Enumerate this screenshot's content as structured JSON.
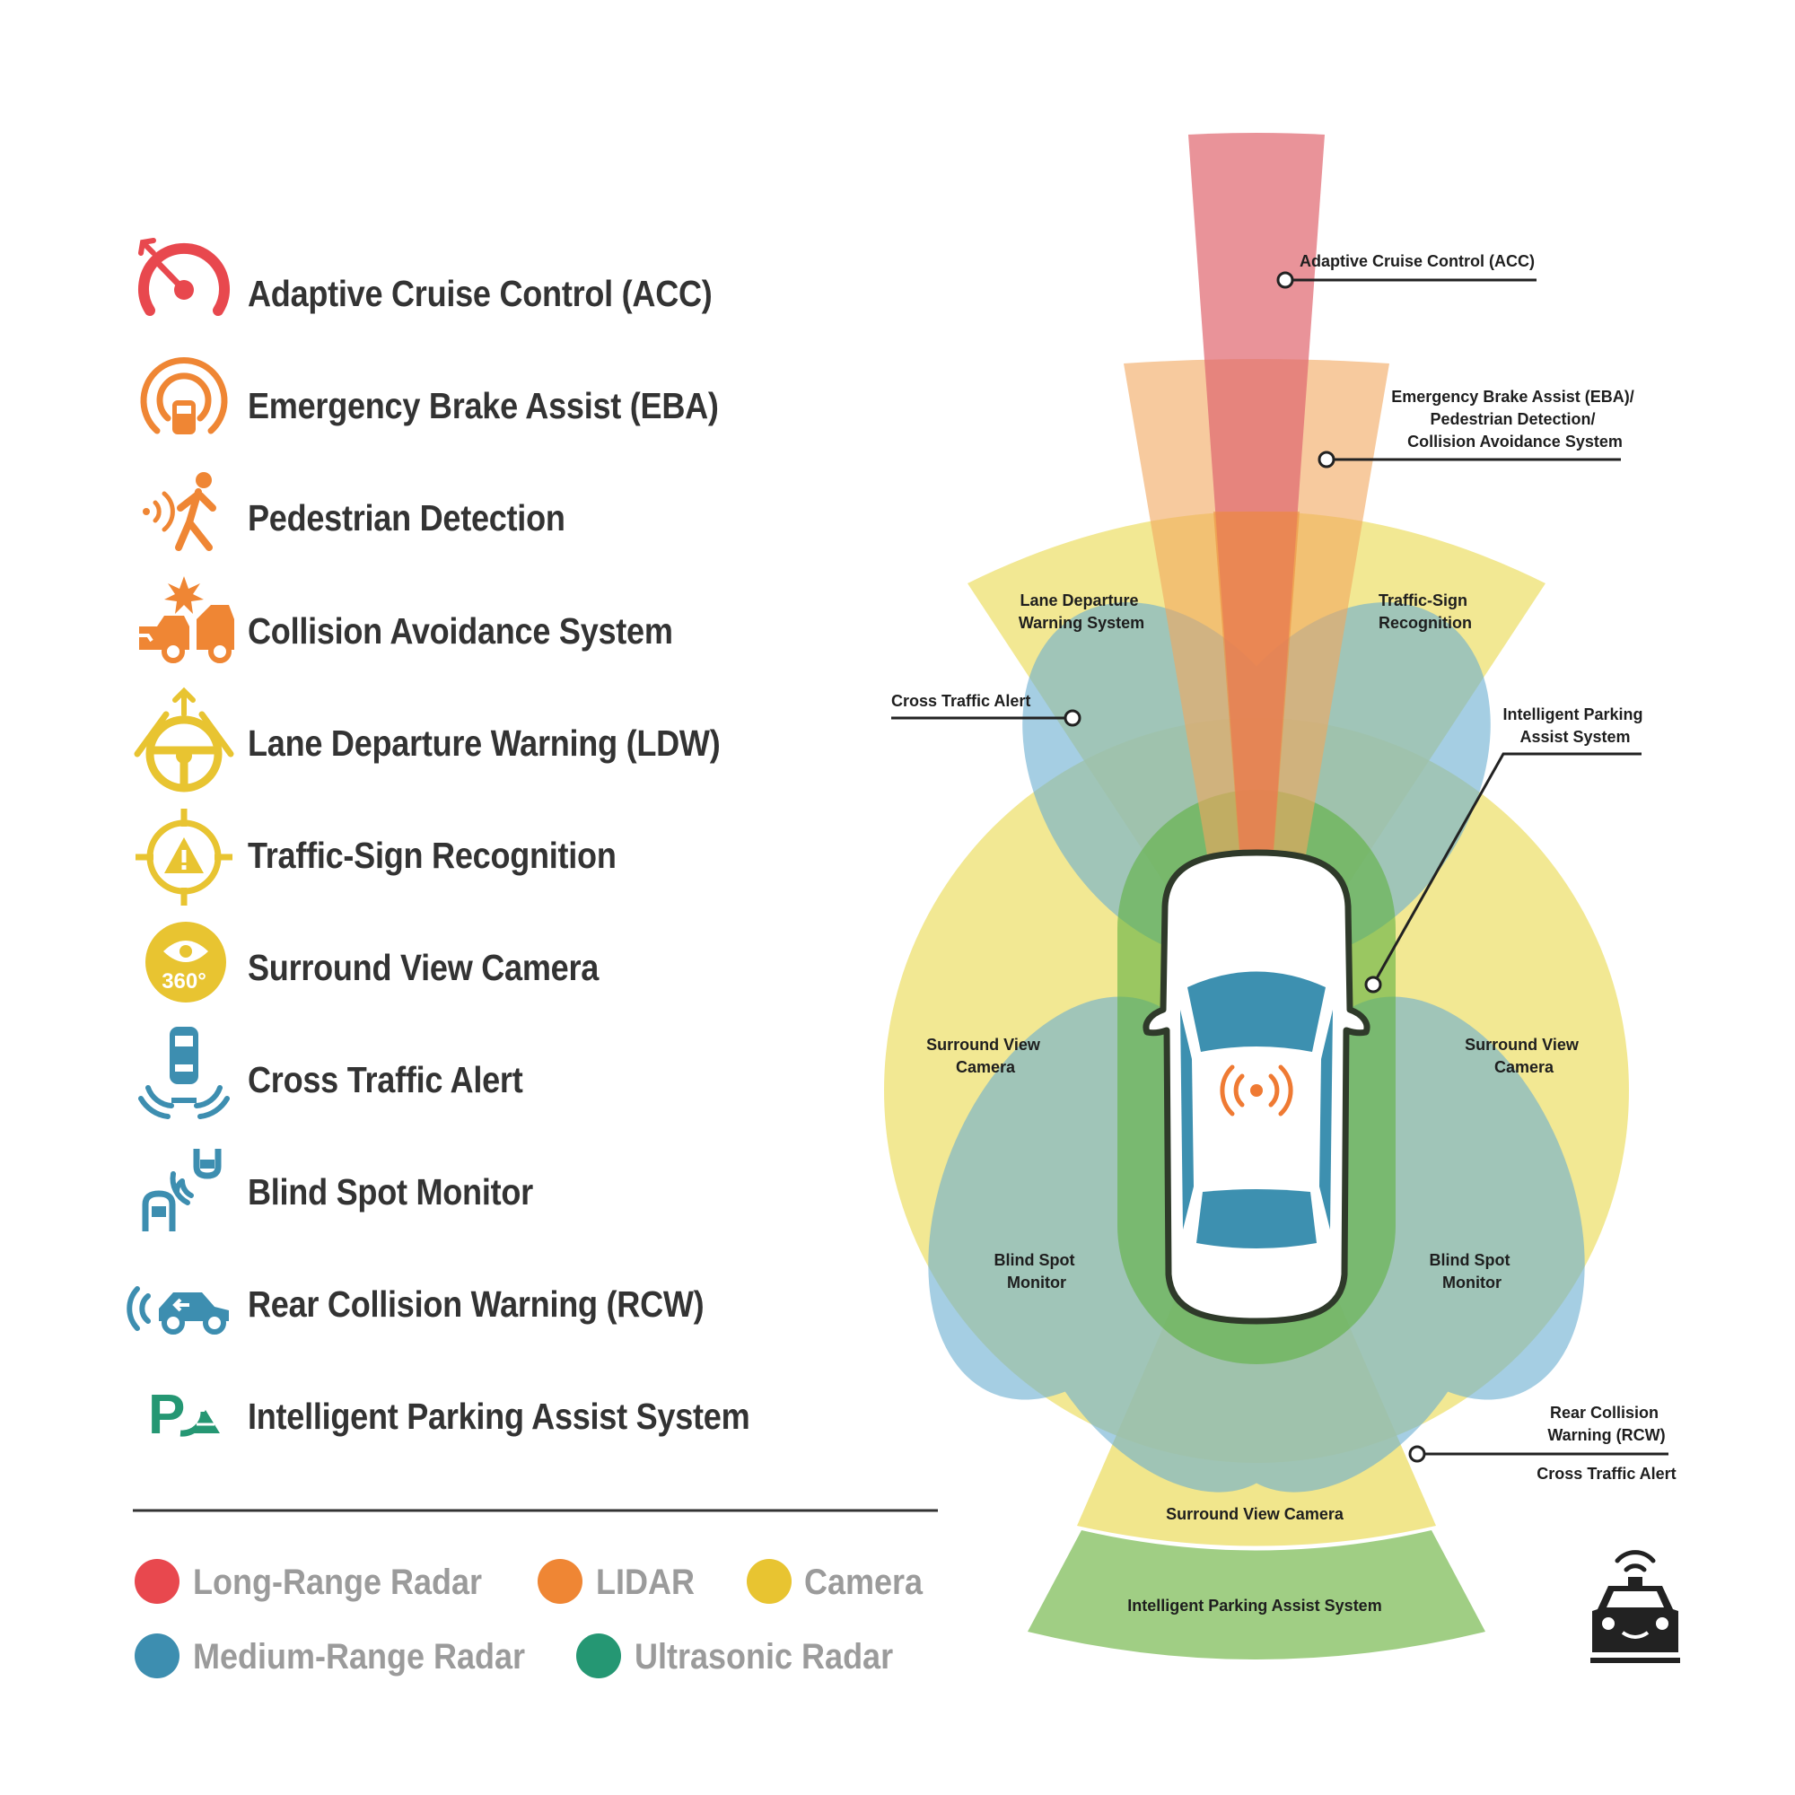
{
  "features": [
    {
      "label": "Adaptive Cruise Control (ACC)",
      "icon": "speedometer-icon",
      "color": "#e8484e"
    },
    {
      "label": "Emergency Brake Assist (EBA)",
      "icon": "brake-radar-icon",
      "color": "#ef8634"
    },
    {
      "label": "Pedestrian Detection",
      "icon": "pedestrian-icon",
      "color": "#ef8634"
    },
    {
      "label": "Collision Avoidance System",
      "icon": "collision-icon",
      "color": "#ef8634"
    },
    {
      "label": "Lane Departure Warning (LDW)",
      "icon": "steering-wheel-icon",
      "color": "#e8c431"
    },
    {
      "label": "Traffic-Sign Recognition",
      "icon": "warning-sign-target-icon",
      "color": "#e8c431"
    },
    {
      "label": "Surround View Camera",
      "icon": "eye-360-icon",
      "color": "#e8c431"
    },
    {
      "label": "Cross Traffic Alert",
      "icon": "car-waves-icon",
      "color": "#3d8eb0"
    },
    {
      "label": "Blind Spot Monitor",
      "icon": "blind-spot-icon",
      "color": "#3d8eb0"
    },
    {
      "label": "Rear Collision Warning (RCW)",
      "icon": "rear-car-icon",
      "color": "#3d8eb0"
    },
    {
      "label": "Intelligent Parking Assist System",
      "icon": "parking-assist-icon",
      "color": "#259773"
    }
  ],
  "icon_text_360": "360°",
  "legend": [
    {
      "label": "Long-Range Radar",
      "color": "#e8484e"
    },
    {
      "label": "LIDAR",
      "color": "#ef8634"
    },
    {
      "label": "Camera",
      "color": "#e8c431"
    },
    {
      "label": "Medium-Range Radar",
      "color": "#3d8eb0"
    },
    {
      "label": "Ultrasonic Radar",
      "color": "#259773"
    }
  ],
  "zone_labels": {
    "lane_departure": [
      "Lane Departure",
      "Warning System"
    ],
    "traffic_sign": [
      "Traffic-Sign",
      "Recognition"
    ],
    "surround_left": [
      "Surround View",
      "Camera"
    ],
    "surround_right": [
      "Surround View",
      "Camera"
    ],
    "blind_left": [
      "Blind Spot",
      "Monitor"
    ],
    "blind_right": [
      "Blind Spot",
      "Monitor"
    ],
    "surround_rear": "Surround View Camera",
    "parking_rear": "Intelligent Parking Assist System"
  },
  "callouts": {
    "acc": "Adaptive Cruise Control (ACC)",
    "eba": [
      "Emergency Brake Assist (EBA)/",
      "Pedestrian Detection/",
      "Collision Avoidance System"
    ],
    "cross_traffic_front": "Cross Traffic Alert",
    "parking": [
      "Intelligent Parking",
      "Assist System"
    ],
    "rcw": [
      "Rear Collision",
      "Warning (RCW)"
    ],
    "cross_traffic_rear": "Cross Traffic Alert"
  }
}
